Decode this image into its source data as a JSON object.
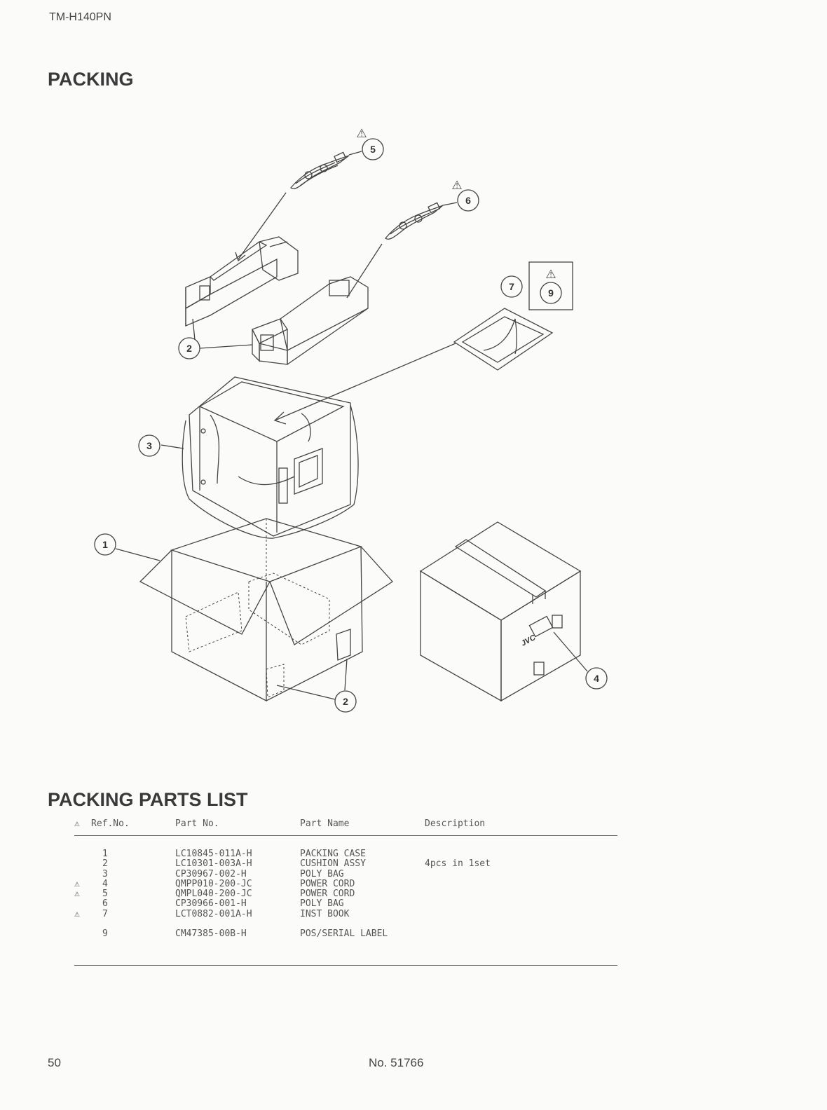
{
  "header": {
    "model": "TM-H140PN"
  },
  "section_title": "PACKING",
  "diagram": {
    "callouts": [
      "1",
      "2",
      "2",
      "3",
      "4",
      "5",
      "6",
      "7",
      "9"
    ],
    "warning_symbol": "⚠",
    "logo_text": "JVC"
  },
  "parts_list": {
    "title": "PACKING PARTS LIST",
    "headers": {
      "warn": "⚠",
      "ref": "Ref.No.",
      "part": "Part No.",
      "name": "Part Name",
      "desc": "Description"
    },
    "rows": [
      {
        "warn": "",
        "ref": "1",
        "part": "LC10845-011A-H",
        "name": "PACKING CASE",
        "desc": ""
      },
      {
        "warn": "",
        "ref": "2",
        "part": "LC10301-003A-H",
        "name": "CUSHION ASSY",
        "desc": "4pcs in 1set"
      },
      {
        "warn": "",
        "ref": "3",
        "part": "CP30967-002-H",
        "name": "POLY BAG",
        "desc": ""
      },
      {
        "warn": "⚠",
        "ref": "4",
        "part": "QMPP010-200-JC",
        "name": "POWER CORD",
        "desc": ""
      },
      {
        "warn": "⚠",
        "ref": "5",
        "part": "QMPL040-200-JC",
        "name": "POWER CORD",
        "desc": ""
      },
      {
        "warn": "",
        "ref": "6",
        "part": "CP30966-001-H",
        "name": "POLY BAG",
        "desc": ""
      },
      {
        "warn": "⚠",
        "ref": "7",
        "part": "LCT0882-001A-H",
        "name": "INST BOOK",
        "desc": ""
      },
      {
        "warn": "",
        "ref": "9",
        "part": "CM47385-00B-H",
        "name": "POS/SERIAL LABEL",
        "desc": ""
      }
    ]
  },
  "footer": {
    "page": "50",
    "doc_number": "No. 51766"
  }
}
